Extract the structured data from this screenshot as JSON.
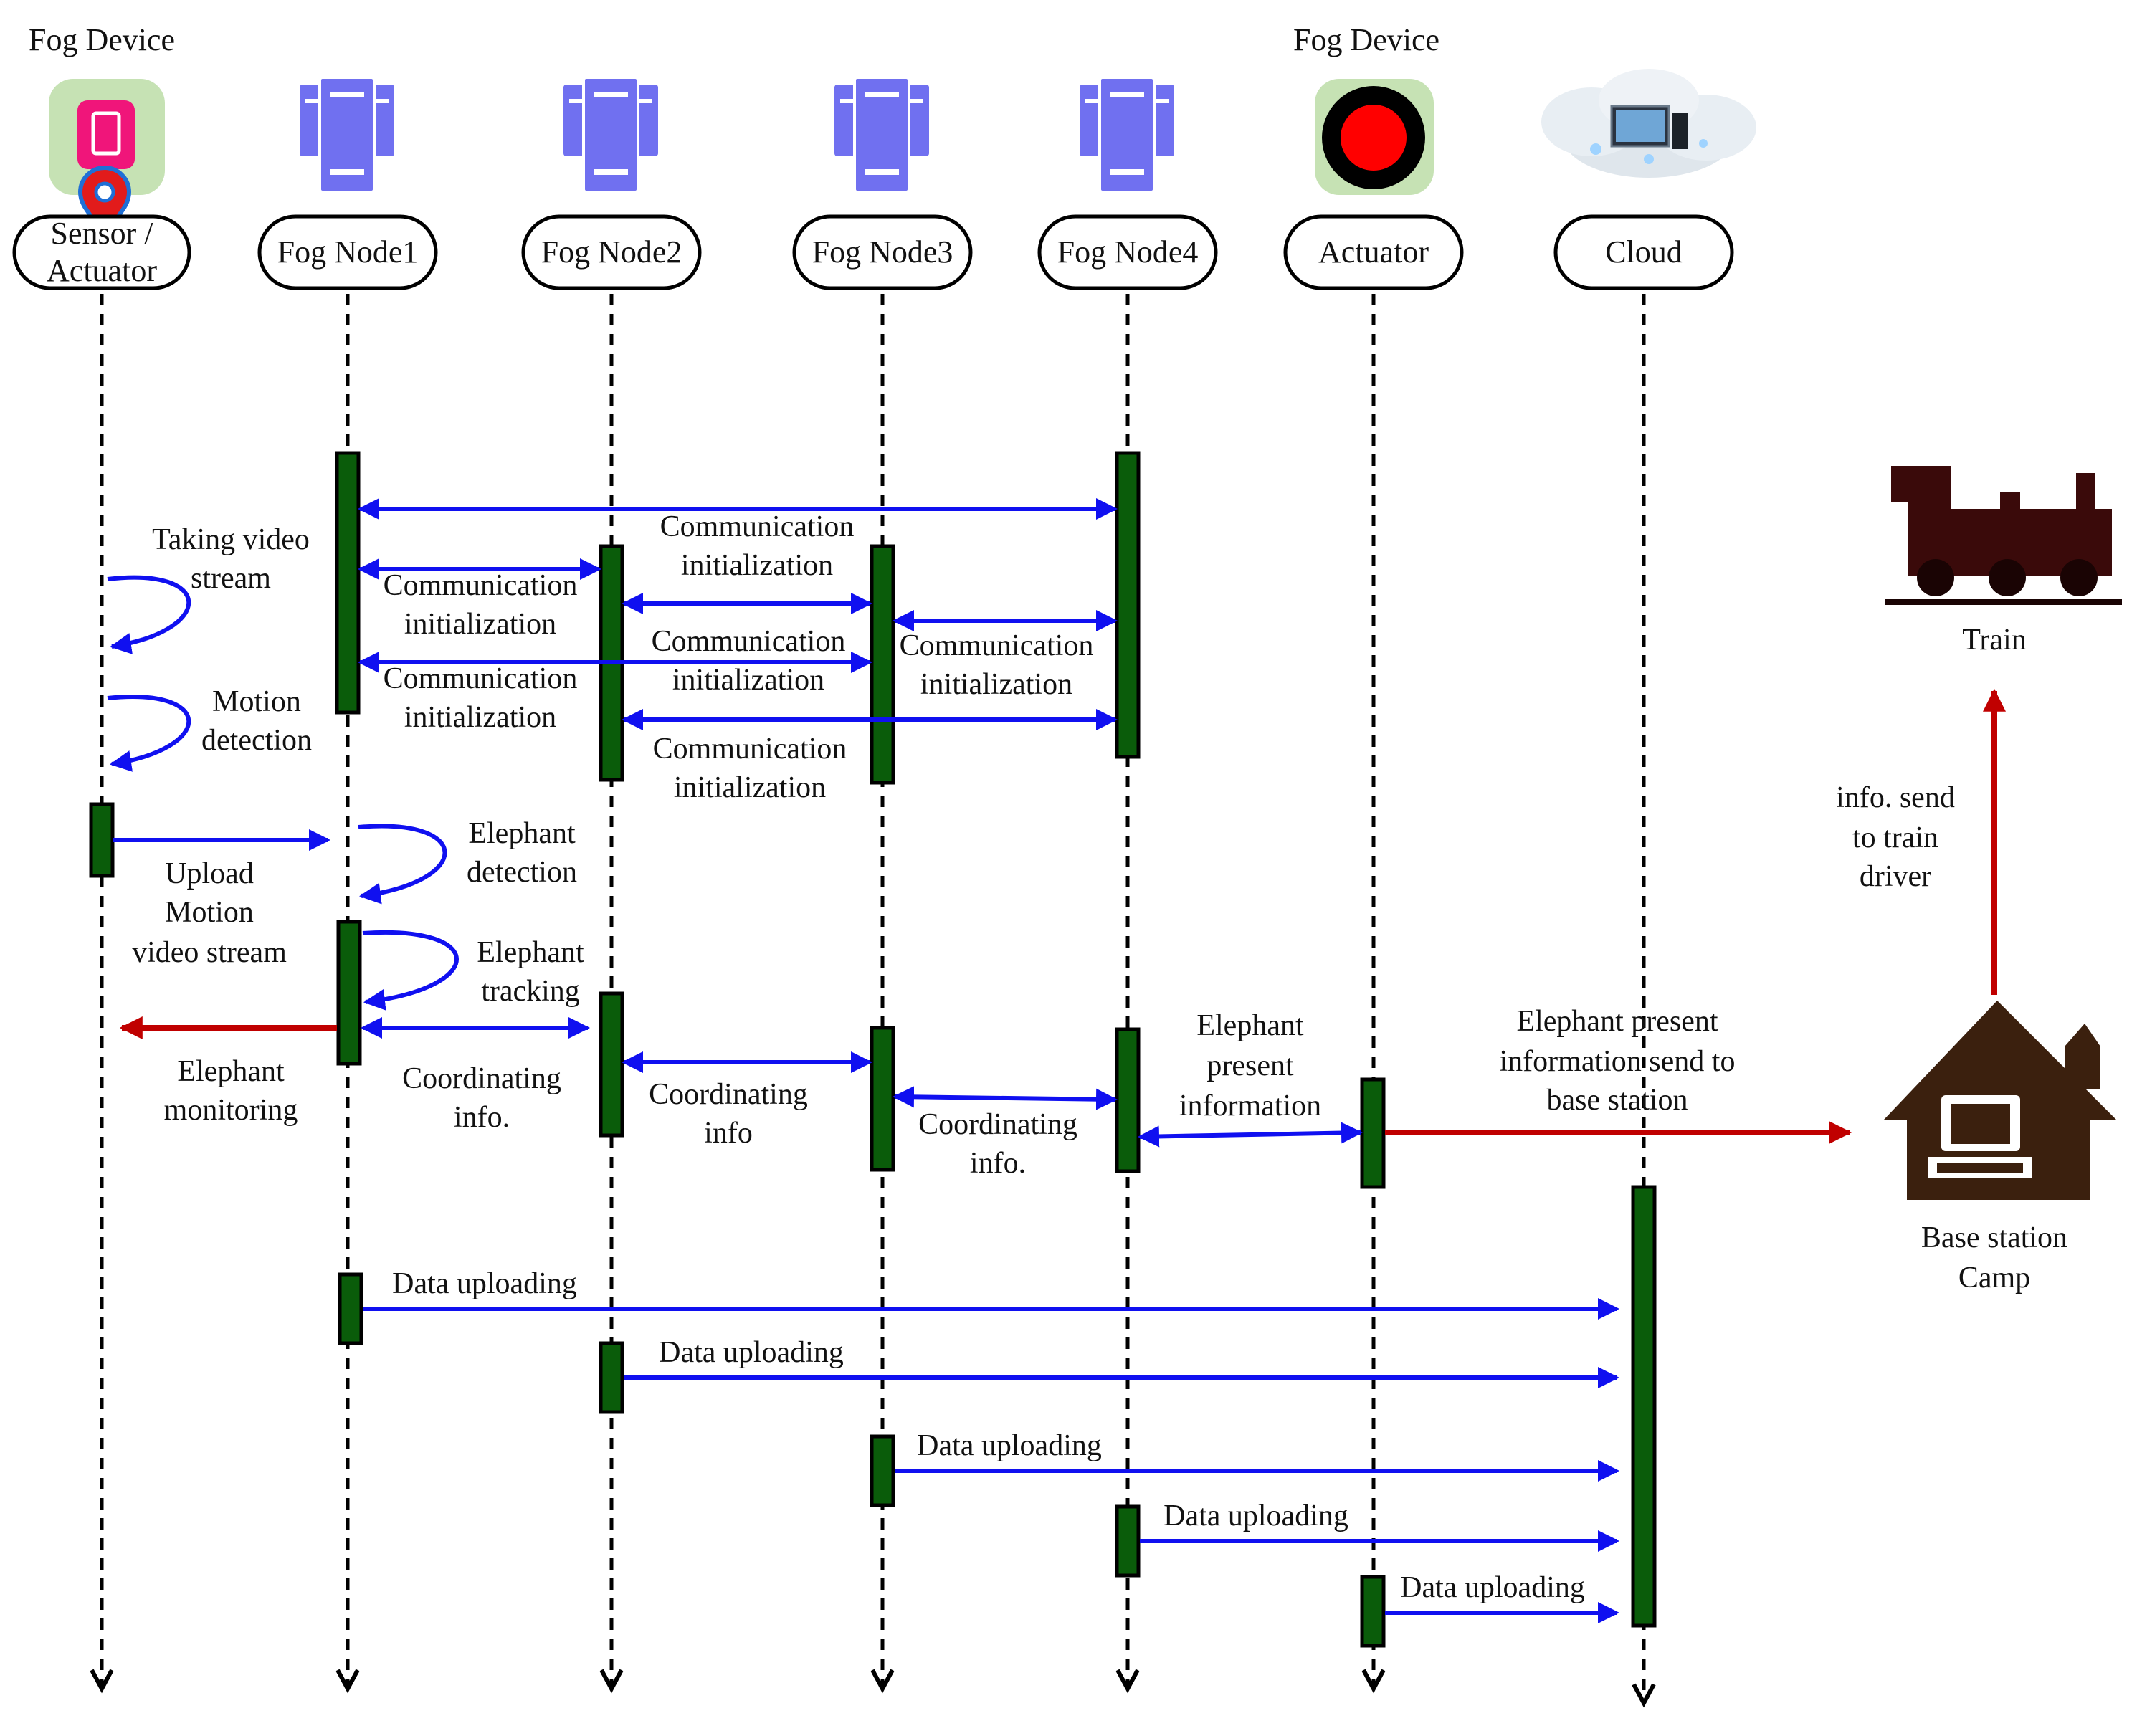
{
  "top_labels": {
    "fog_device_left": "Fog Device",
    "fog_device_right": "Fog Device"
  },
  "participants": [
    {
      "id": "sensor",
      "label_line1": "Sensor /",
      "label_line2": "Actuator"
    },
    {
      "id": "fog1",
      "label": "Fog Node1"
    },
    {
      "id": "fog2",
      "label": "Fog Node2"
    },
    {
      "id": "fog3",
      "label": "Fog Node3"
    },
    {
      "id": "fog4",
      "label": "Fog Node4"
    },
    {
      "id": "actuator",
      "label": "Actuator"
    },
    {
      "id": "cloud",
      "label": "Cloud"
    }
  ],
  "messages": {
    "comm_init_a": [
      "Communication",
      "initialization"
    ],
    "comm_init_b": [
      "Communication",
      "initialization"
    ],
    "comm_init_c": [
      "Communication",
      "initialization"
    ],
    "comm_init_d": [
      "Communication",
      "initialization"
    ],
    "comm_init_e": [
      "Communication",
      "initialization"
    ],
    "comm_init_f": [
      "Communication",
      "initialization"
    ],
    "taking_video": [
      "Taking video",
      "stream"
    ],
    "motion_detection": [
      "Motion",
      "detection"
    ],
    "upload_motion": [
      "Upload",
      "Motion",
      "video stream"
    ],
    "elephant_detection": [
      "Elephant",
      "detection"
    ],
    "elephant_tracking": [
      "Elephant",
      "tracking"
    ],
    "elephant_monitoring": [
      "Elephant",
      "monitoring"
    ],
    "coord_1": [
      "Coordinating",
      "info."
    ],
    "coord_2": [
      "Coordinating",
      "info"
    ],
    "coord_3": [
      "Coordinating",
      "info."
    ],
    "elephant_present": [
      "Elephant",
      "present",
      "information"
    ],
    "elephant_present_send": [
      "Elephant present",
      "information send to",
      "base station"
    ],
    "data_upload_1": "Data uploading",
    "data_upload_2": "Data uploading",
    "data_upload_3": "Data uploading",
    "data_upload_4": "Data uploading",
    "data_upload_5": "Data uploading",
    "info_send_train": [
      "info. send",
      "to train",
      "driver"
    ]
  },
  "external": {
    "train": "Train",
    "base_station": [
      "Base station",
      "Camp"
    ]
  },
  "icons": {
    "sensor": "smartphone-location-icon",
    "fog_node": "server-rack-icon",
    "actuator": "red-light-icon",
    "cloud": "cloud-computing-icon",
    "train": "locomotive-icon",
    "base_station": "house-computer-icon"
  },
  "colors": {
    "activation": "#0a5c0a",
    "message_arrow": "#1010f0",
    "alert_arrow": "#c00000",
    "server_icon": "#7070f0"
  }
}
